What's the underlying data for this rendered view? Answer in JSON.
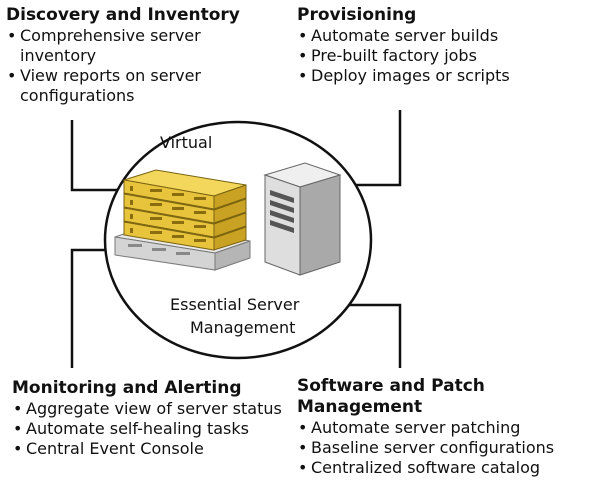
{
  "center": {
    "top_label": "Virtual",
    "bottom_label_line1": "Essential Server",
    "bottom_label_line2": "Management"
  },
  "quadrants": {
    "top_left": {
      "title": "Discovery and Inventory",
      "items": [
        "Comprehensive server inventory",
        "View reports on server configurations"
      ]
    },
    "top_right": {
      "title": "Provisioning",
      "items": [
        "Automate server builds",
        "Pre-built factory jobs",
        "Deploy images or scripts"
      ]
    },
    "bottom_left": {
      "title": "Monitoring and Alerting",
      "items": [
        "Aggregate view of server status",
        "Automate self-healing tasks",
        "Central Event Console"
      ]
    },
    "bottom_right": {
      "title": "Software and Patch Management",
      "items": [
        "Automate server patching",
        "Baseline server configurations",
        "Centralized software catalog"
      ]
    }
  },
  "colors": {
    "rack_server": "#e8c33c",
    "tower_server": "#d6d6d6",
    "lines": "#111111"
  }
}
